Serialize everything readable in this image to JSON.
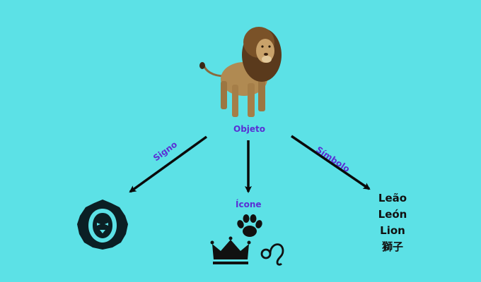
{
  "diagram": {
    "center_label": "Objeto",
    "left_arrow_label": "Signo",
    "middle_label": "Ícone",
    "right_arrow_label": "Símbolo",
    "words": [
      "Leão",
      "León",
      "Lion",
      "獅子"
    ]
  },
  "icons": {
    "top": "lion-photo",
    "left": "lion-head-icon",
    "middle": [
      "paw-icon",
      "crown-icon",
      "leo-zodiac-icon"
    ]
  },
  "colors": {
    "background": "#5ce1e6",
    "label_purple": "#5a2fd4",
    "arrow": "#0a0a0a",
    "icon_dark": "#0b1f24"
  }
}
